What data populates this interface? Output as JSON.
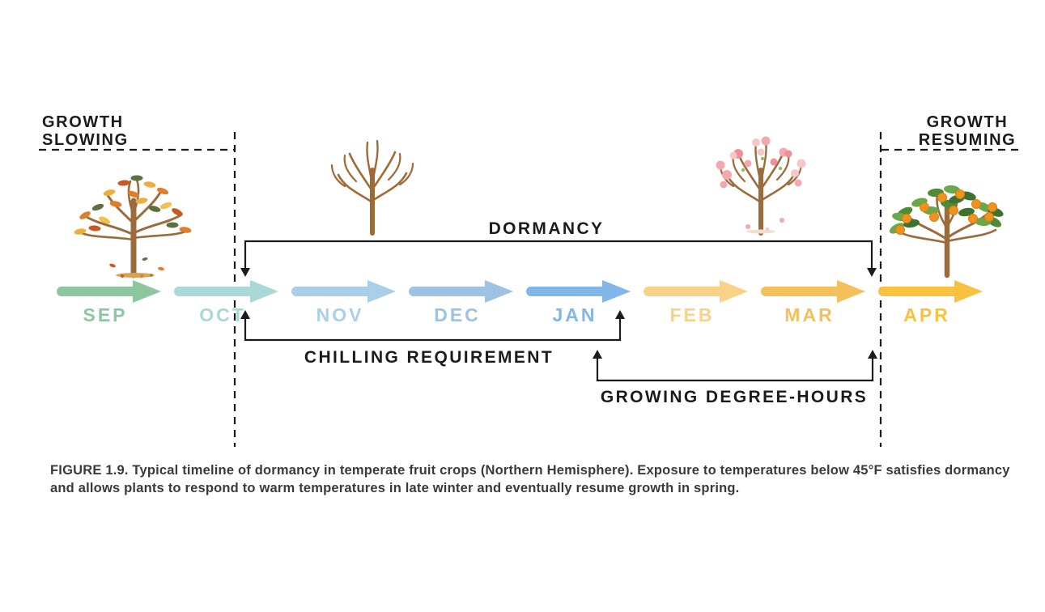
{
  "figure": {
    "caption": "FIGURE 1.9. Typical timeline of dormancy in temperate fruit crops (Northern Hemisphere). Exposure to temperatures below 45°F satisfies dormancy and allows plants to respond to warm temperatures in late winter and eventually resume growth in spring."
  },
  "annotations": {
    "growth_slowing": {
      "line1": "GROWTH",
      "line2": "SLOWING"
    },
    "growth_resuming": {
      "line1": "GROWTH",
      "line2": "RESUMING"
    },
    "dormancy_label": "DORMANCY",
    "chilling_label": "CHILLING REQUIREMENT",
    "degree_hours_label": "GROWING DEGREE-HOURS"
  },
  "timeline": {
    "months": [
      {
        "label": "SEP",
        "color": "#8CC7A0"
      },
      {
        "label": "OCT",
        "color": "#A9D8D7"
      },
      {
        "label": "NOV",
        "color": "#A9CFE9"
      },
      {
        "label": "DEC",
        "color": "#9DC2E3"
      },
      {
        "label": "JAN",
        "color": "#82B5E8"
      },
      {
        "label": "FEB",
        "color": "#F9D288"
      },
      {
        "label": "MAR",
        "color": "#F3C05C"
      },
      {
        "label": "APR",
        "color": "#F8C13E"
      }
    ]
  },
  "illustrations": {
    "autumn_tree": "tree-with-autumn-leaves-icon",
    "bare_tree": "bare-dormant-tree-icon",
    "blossom_tree": "blossoming-tree-icon",
    "fruit_tree": "orange-fruit-tree-icon"
  },
  "colors": {
    "ink": "#1B1B1B",
    "background": "#FFFFFF",
    "caption_text": "#3A3A3A"
  }
}
